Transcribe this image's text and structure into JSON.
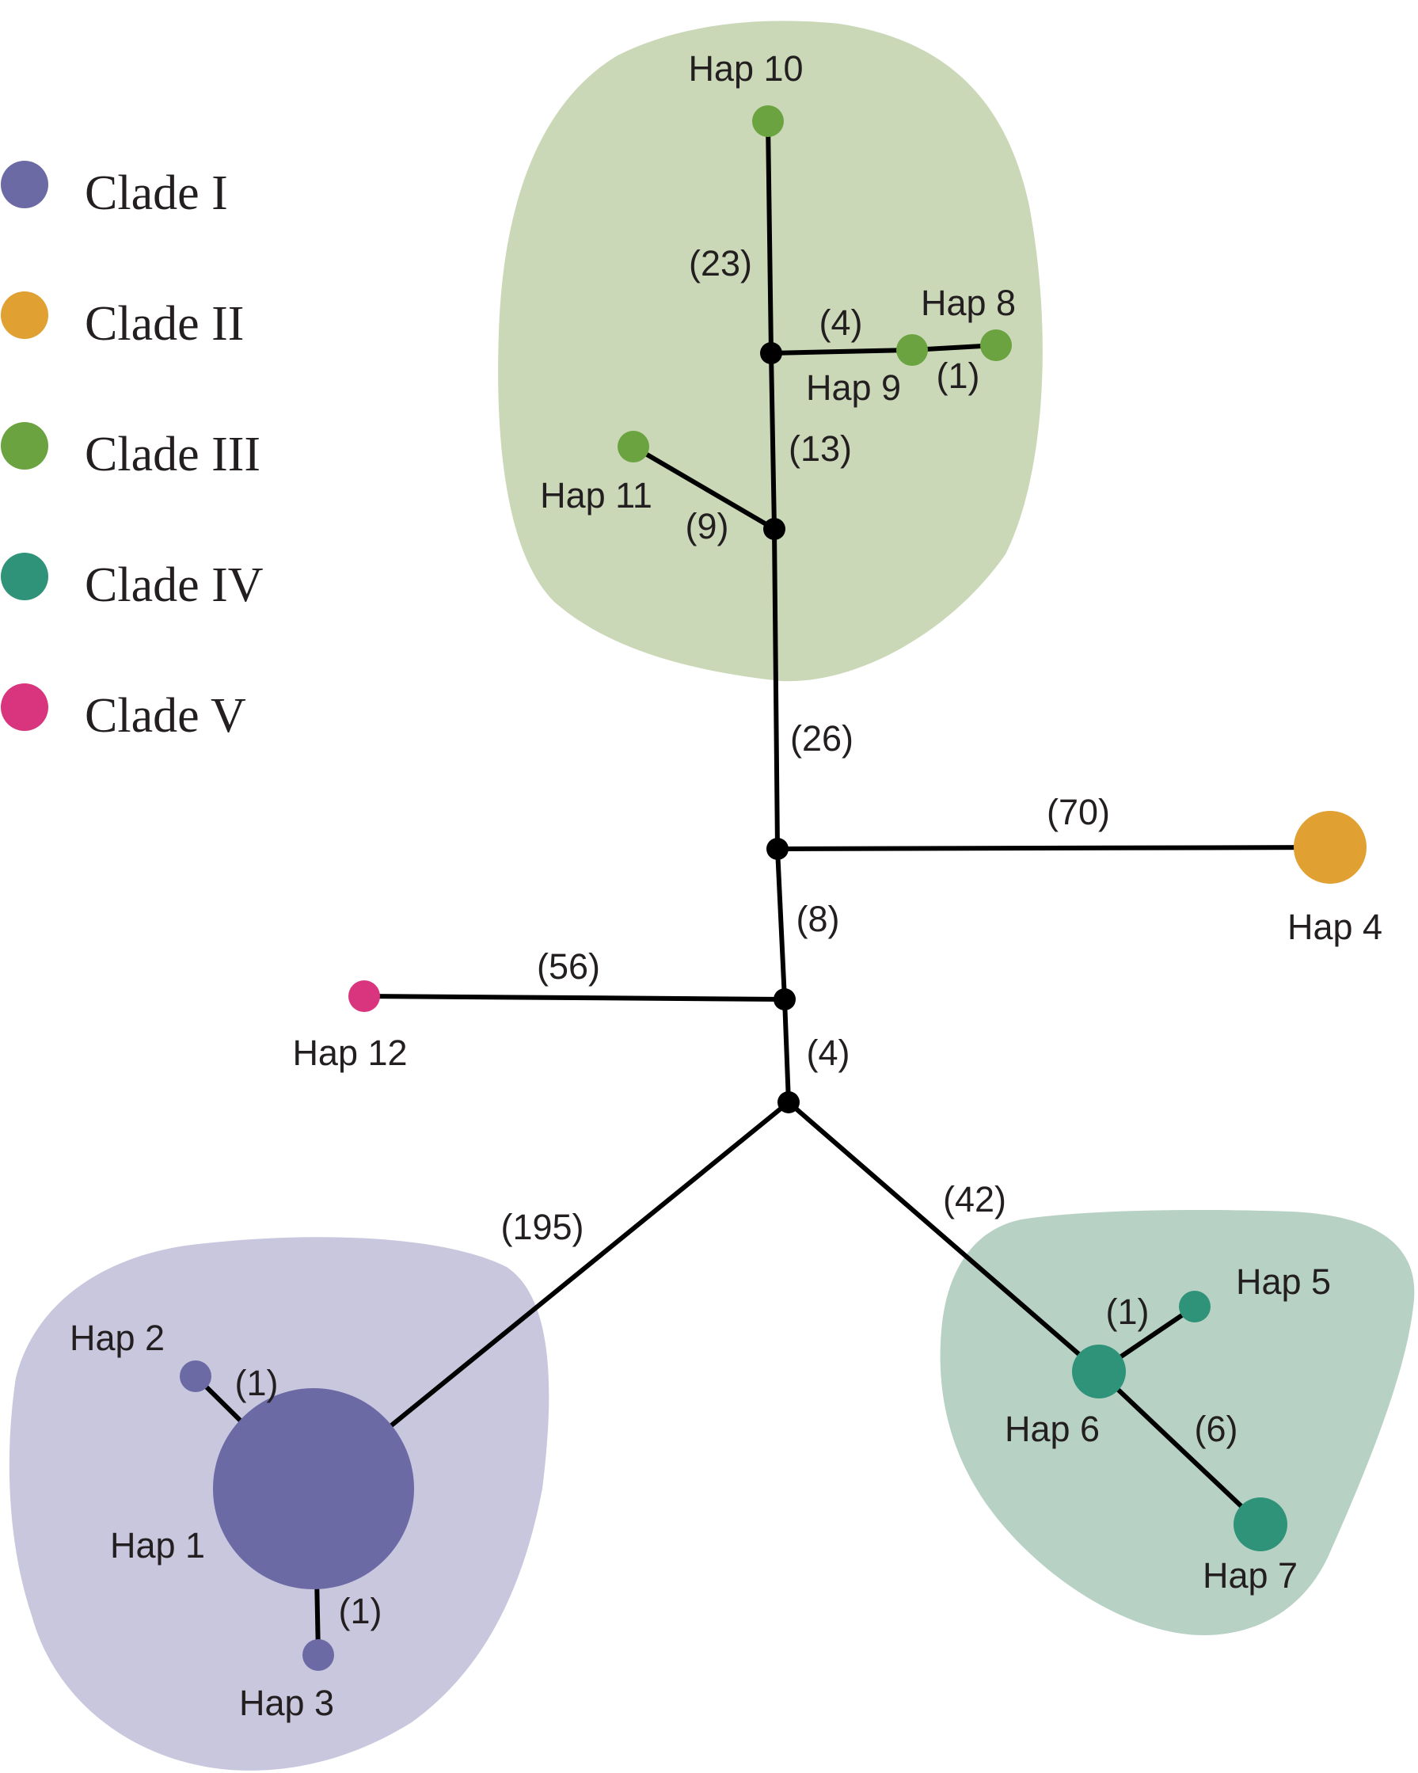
{
  "legend": [
    {
      "label": "Clade I",
      "color": "#6b6aa5"
    },
    {
      "label": "Clade II",
      "color": "#e0a032"
    },
    {
      "label": "Clade III",
      "color": "#6aa33f"
    },
    {
      "label": "Clade IV",
      "color": "#2e9378"
    },
    {
      "label": "Clade V",
      "color": "#d9357f"
    }
  ],
  "region_colors": {
    "clade_i": "#c8c7de",
    "clade_iii": "#cbd8b7",
    "clade_iv": "#b8d1c5"
  },
  "haplotypes": [
    {
      "label": "Hap 1",
      "clade": "Clade I"
    },
    {
      "label": "Hap 2",
      "clade": "Clade I"
    },
    {
      "label": "Hap 3",
      "clade": "Clade I"
    },
    {
      "label": "Hap 4",
      "clade": "Clade II"
    },
    {
      "label": "Hap 5",
      "clade": "Clade IV"
    },
    {
      "label": "Hap 6",
      "clade": "Clade IV"
    },
    {
      "label": "Hap 7",
      "clade": "Clade IV"
    },
    {
      "label": "Hap 8",
      "clade": "Clade III"
    },
    {
      "label": "Hap 9",
      "clade": "Clade III"
    },
    {
      "label": "Hap 10",
      "clade": "Clade III"
    },
    {
      "label": "Hap 11",
      "clade": "Clade III"
    },
    {
      "label": "Hap 12",
      "clade": "Clade V"
    }
  ],
  "mutation_steps": {
    "hap10_to_node": "(23)",
    "node_to_hap9": "(4)",
    "hap9_to_hap8": "(1)",
    "upper_nodes": "(13)",
    "hap11_to_node": "(9)",
    "clade3_to_center": "(26)",
    "center_to_hap4": "(70)",
    "center_down": "(8)",
    "hap12_to_node": "(56)",
    "node_to_root": "(4)",
    "root_to_hap1": "(195)",
    "root_to_hap6": "(42)",
    "hap1_to_hap2": "(1)",
    "hap1_to_hap3": "(1)",
    "hap6_to_hap5": "(1)",
    "hap6_to_hap7": "(6)"
  }
}
